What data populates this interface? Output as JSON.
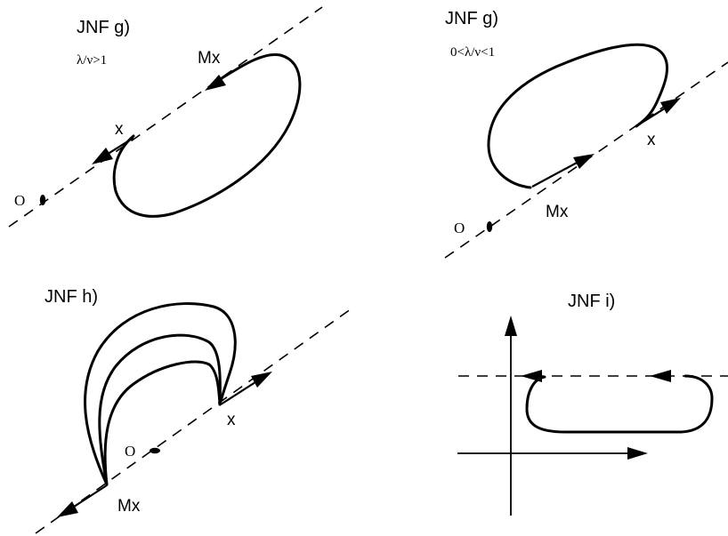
{
  "panels": {
    "g1": {
      "title": "JNF g)",
      "condition": "λ/ν>1",
      "label_mx": "Mx",
      "label_x": "x",
      "label_o": "O"
    },
    "g2": {
      "title": "JNF g)",
      "condition": "0<λ/ν<1",
      "label_mx": "Mx",
      "label_x": "x",
      "label_o": "O"
    },
    "h": {
      "title": "JNF h)",
      "label_mx": "Mx",
      "label_x": "x",
      "label_o": "O"
    },
    "i": {
      "title": "JNF i)"
    }
  }
}
